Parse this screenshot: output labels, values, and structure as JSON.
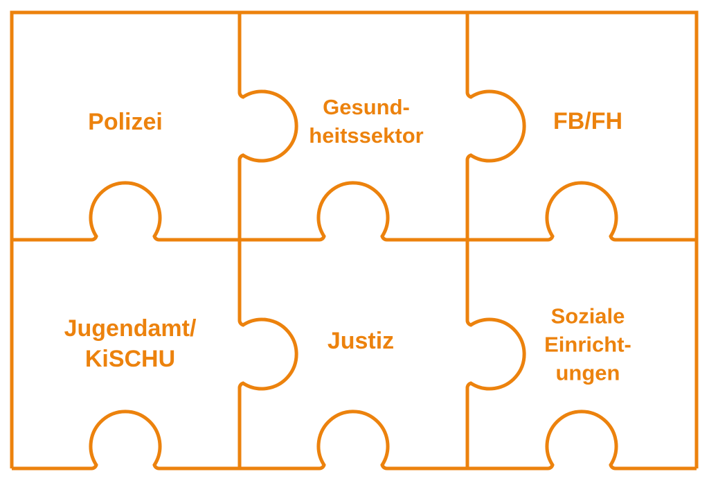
{
  "theme": {
    "accent": "#EC820D",
    "background": "#FFFFFF"
  },
  "diagram": {
    "type": "jigsaw-puzzle-grid",
    "rows": 2,
    "cols": 3,
    "pieces": [
      {
        "id": "polizei",
        "label": "Polizei"
      },
      {
        "id": "gesundheitssektor",
        "label": "Gesund-\nheitssektor"
      },
      {
        "id": "fb-fh",
        "label": "FB/FH"
      },
      {
        "id": "jugendamt-kischu",
        "label": "Jugendamt/\nKiSCHU"
      },
      {
        "id": "justiz",
        "label": "Justiz"
      },
      {
        "id": "soziale-einrichtungen",
        "label": "Soziale\nEinricht-\nungen"
      }
    ]
  }
}
